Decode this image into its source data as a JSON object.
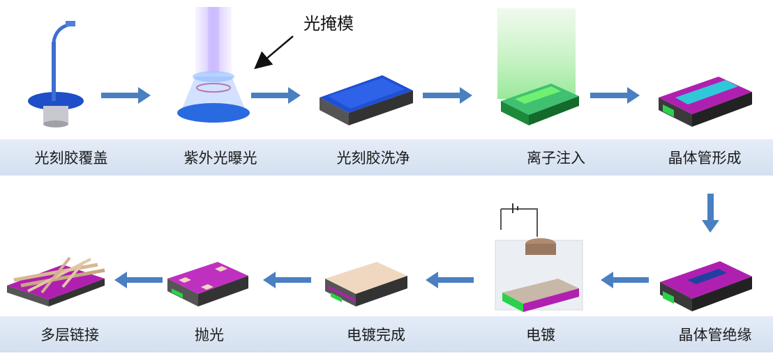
{
  "annotation": "光掩模",
  "steps_row1": [
    "光刻胶覆盖",
    "紫外光曝光",
    "光刻胶洗净",
    "离子注入",
    "晶体管形成"
  ],
  "steps_row2": [
    "多层链接",
    "抛光",
    "电镀完成",
    "电镀",
    "晶体管绝缘"
  ],
  "colors": {
    "arrow": "#4a7fc1",
    "band": "#dce6f4",
    "wafer_blue": "#1e5bd6",
    "implant_green": "#2bd14a",
    "transistor_magenta": "#b020b0",
    "transistor_cyan": "#30c8d8"
  }
}
